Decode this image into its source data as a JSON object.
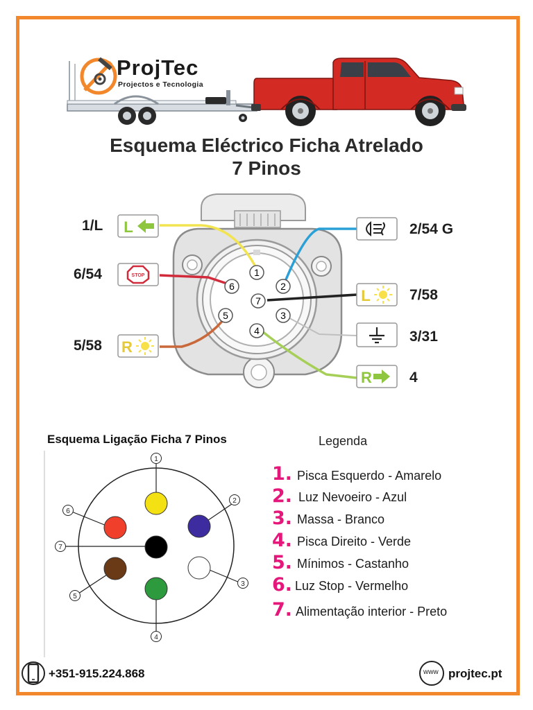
{
  "brand": {
    "name": "ProjTec",
    "tagline": "Projectos e Tecnologia"
  },
  "title": {
    "line1": "Esquema Eléctrico Ficha Atrelado",
    "line2": "7 Pinos"
  },
  "socket_pins": [
    {
      "number": "1",
      "code": "1/L",
      "symbol": "L",
      "icon": "left-turn-arrow-icon",
      "wire_color": "#f2e450"
    },
    {
      "number": "2",
      "code": "2/54 G",
      "symbol": "",
      "icon": "fog-light-icon",
      "wire_color": "#2aa0d6"
    },
    {
      "number": "3",
      "code": "3/31",
      "symbol": "",
      "icon": "ground-icon",
      "wire_color": "#bfbfbf"
    },
    {
      "number": "4",
      "code": "4",
      "symbol": "R",
      "icon": "right-turn-arrow-icon",
      "wire_color": "#a6cf58"
    },
    {
      "number": "5",
      "code": "5/58",
      "symbol": "R",
      "icon": "right-lamp-icon",
      "wire_color": "#c9683a"
    },
    {
      "number": "6",
      "code": "6/54",
      "symbol": "STOP",
      "icon": "stop-sign-icon",
      "wire_color": "#d12b3b"
    },
    {
      "number": "7",
      "code": "7/58",
      "symbol": "L",
      "icon": "left-lamp-icon",
      "wire_color": "#222222"
    }
  ],
  "wiring": {
    "title": "Esquema Ligação Ficha 7 Pinos",
    "dots": [
      {
        "number": "1",
        "color": "#f4e114"
      },
      {
        "number": "2",
        "color": "#3d2ca0"
      },
      {
        "number": "3",
        "color": "#ffffff"
      },
      {
        "number": "4",
        "color": "#2e9a3e"
      },
      {
        "number": "5",
        "color": "#6a3a16"
      },
      {
        "number": "6",
        "color": "#f0402c"
      },
      {
        "number": "7",
        "color": "#000000"
      }
    ]
  },
  "legend": {
    "title": "Legenda",
    "items": [
      {
        "num": "1.",
        "text": "Pisca Esquerdo - Amarelo"
      },
      {
        "num": "2.",
        "text": "Luz Nevoeiro - Azul"
      },
      {
        "num": "3.",
        "text": "Massa - Branco"
      },
      {
        "num": "4.",
        "text": "Pisca Direito - Verde"
      },
      {
        "num": "5.",
        "text": "Mínimos - Castanho"
      },
      {
        "num": "6.",
        "text": "Luz Stop - Vermelho"
      },
      {
        "num": "7.",
        "text": "Alimentação interior - Preto"
      }
    ]
  },
  "footer": {
    "phone": "+351-915.224.868",
    "www": "www",
    "website": "projtec.pt"
  },
  "colors": {
    "frame": "#f2882b",
    "truck": "#d42a24",
    "legend_numbers": "#e5177a"
  }
}
